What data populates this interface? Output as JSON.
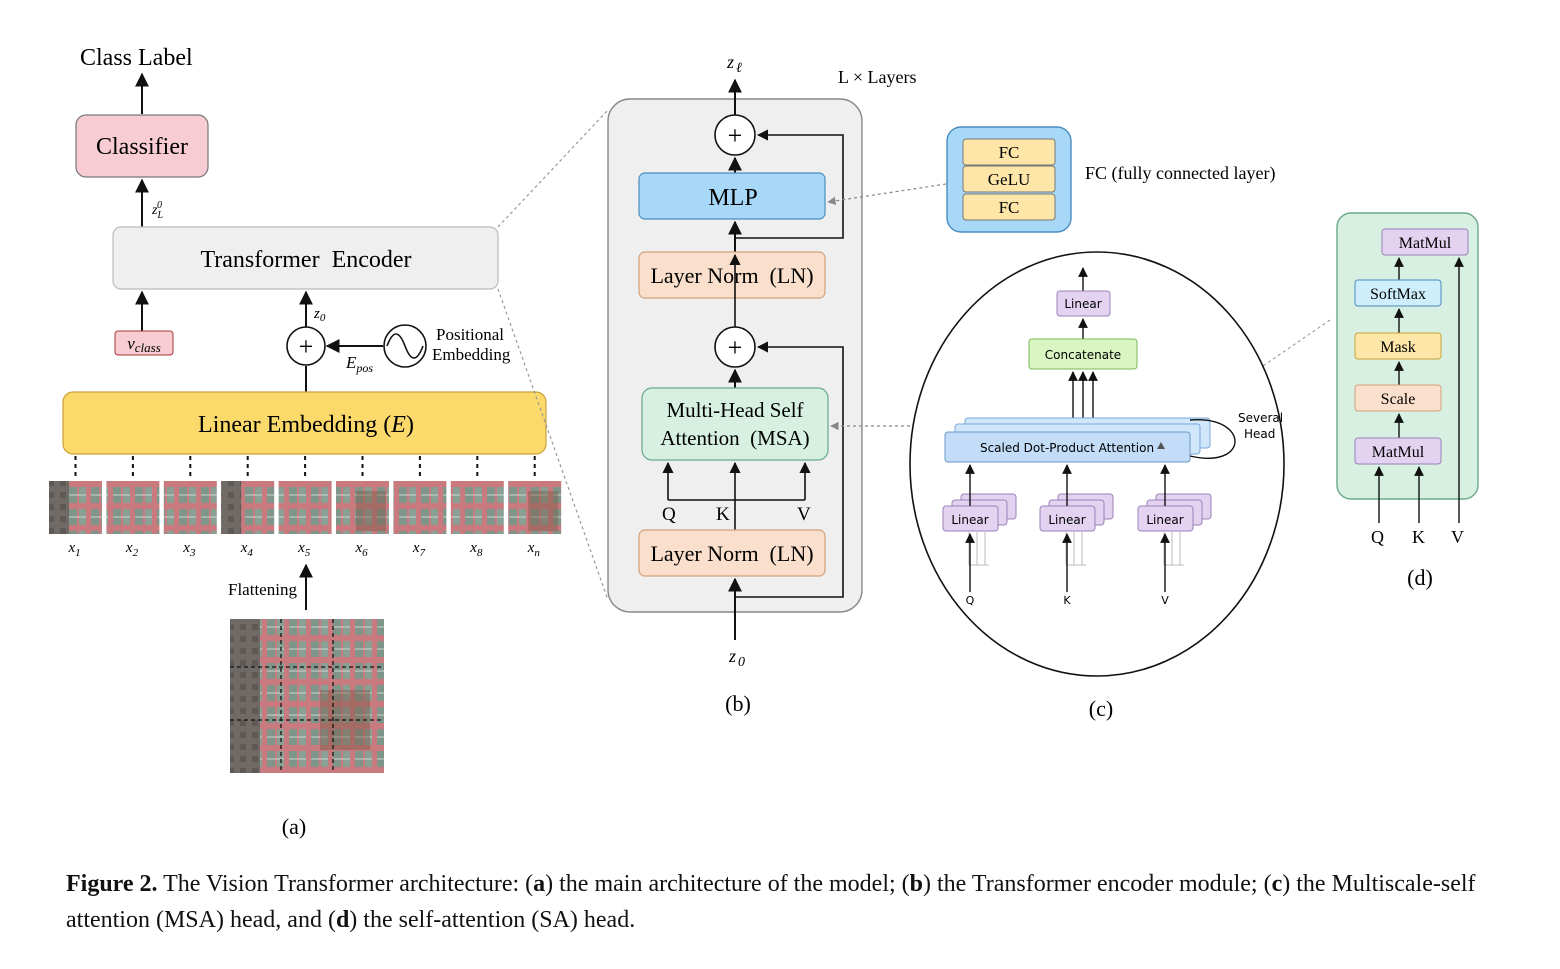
{
  "panel_a": {
    "class_label": "Class Label",
    "classifier": "Classifier",
    "zL0_base": "z",
    "zL0_sub": "L",
    "zL0_sup": "0",
    "transformer_encoder": "Transformer  Encoder",
    "vclass_base": "v",
    "vclass_sub": "class",
    "z0_base": "z",
    "z0_sub": "0",
    "plus": "+",
    "epos_base": "E",
    "epos_sub": "pos",
    "positional": "Positional",
    "embedding": "Embedding",
    "linear_embedding": "Linear Embedding (",
    "linear_embedding_E": "E",
    "linear_embedding_close": ")",
    "patches": [
      {
        "base": "x",
        "sub": "1"
      },
      {
        "base": "x",
        "sub": "2"
      },
      {
        "base": "x",
        "sub": "3"
      },
      {
        "base": "x",
        "sub": "4"
      },
      {
        "base": "x",
        "sub": "5"
      },
      {
        "base": "x",
        "sub": "6"
      },
      {
        "base": "x",
        "sub": "7"
      },
      {
        "base": "x",
        "sub": "8"
      },
      {
        "base": "x",
        "sub": "n"
      }
    ],
    "flattening": "Flattening",
    "label": "(a)"
  },
  "panel_b": {
    "z_top_base": "z",
    "z_top_sub": "ℓ",
    "layers": "L × Layers",
    "plus": "+",
    "mlp": "MLP",
    "layer_norm_top": "Layer Norm  (LN)",
    "msa_line1": "Multi-Head Self",
    "msa_line2": "Attention  (MSA)",
    "q": "Q",
    "k": "K",
    "v": "V",
    "layer_norm_bottom": "Layer Norm  (LN)",
    "z_bot_base": "z",
    "z_bot_sub": "0",
    "label": "(b)"
  },
  "fc_block": {
    "fc1": "FC",
    "gelu": "GeLU",
    "fc2": "FC",
    "desc": "FC (fully connected layer)"
  },
  "panel_c": {
    "linear_top": "Linear",
    "concatenate": "Concatenate",
    "sdpa": "Scaled Dot-Product Attention",
    "several": "Several",
    "head": "Head",
    "linear": "Linear",
    "q": "Q",
    "k": "K",
    "v": "V",
    "label": "(c)"
  },
  "panel_d": {
    "matmul_top": "MatMul",
    "softmax": "SoftMax",
    "mask": "Mask",
    "scale": "Scale",
    "matmul_bottom": "MatMul",
    "q": "Q",
    "k": "K",
    "v": "V",
    "label": "(d)"
  },
  "caption": {
    "figure": "Figure 2.",
    "t1": " The Vision Transformer architecture: (",
    "a": "a",
    "t2": ") the main architecture of the model; (",
    "b": "b",
    "t3": ") the Transformer encoder module; (",
    "c": "c",
    "t4": ") the Multiscale-self attention (MSA) head, and (",
    "d": "d",
    "t5": ") the self-attention (SA) head."
  },
  "colors": {
    "classifier_fill": "#f7ccd3",
    "encoder_fill": "#efefef",
    "linear_embedding_fill": "#fbd96a",
    "mlp_fill": "#a7d8f7",
    "layernorm_fill": "#fadfcc",
    "msa_fill": "#d7f0e2",
    "fc_outer": "#a7d8f7",
    "fc_inner": "#fde6a8",
    "d_panel_fill": "#d7f0e2",
    "purple": "#e3d3f1",
    "green": "#d8f5c2",
    "blue_sdpa": "#cfe6fb"
  }
}
